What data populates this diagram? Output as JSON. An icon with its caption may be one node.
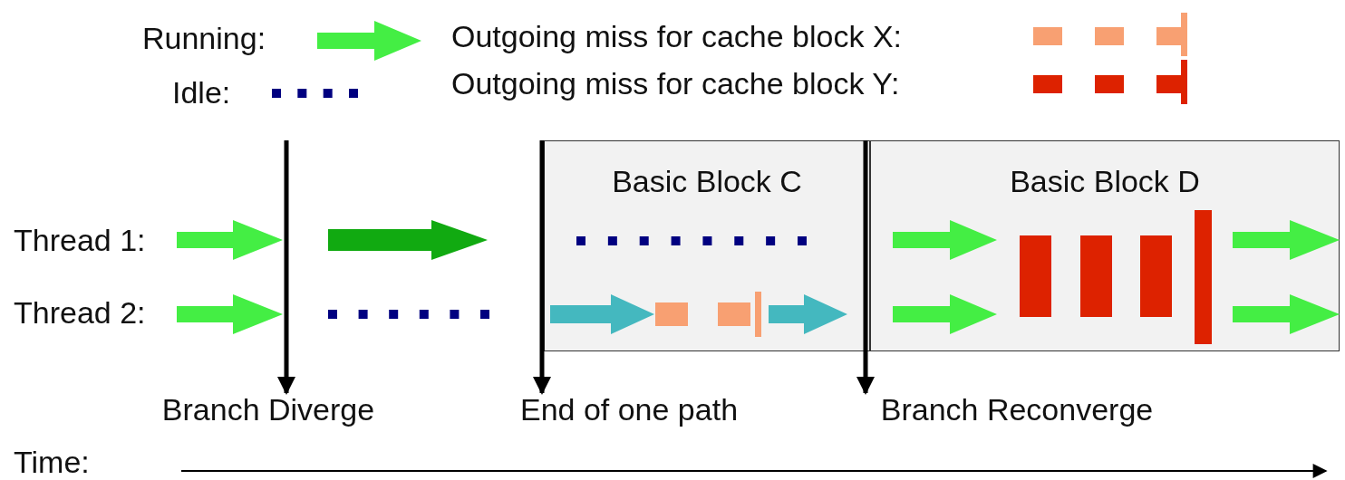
{
  "diagram": {
    "nodes": [
      {
        "text": [
          "Basic Block C"
        ]
      },
      {
        "text": [
          "Basic Block D"
        ]
      },
      {
        "text": [
          "Branch Diverge"
        ]
      },
      {
        "text": [
          "End of one path"
        ]
      },
      {
        "text": [
          "Branch Reconverge"
        ]
      }
    ],
    "edges": [
      {
        "from": null,
        "to": 2,
        "arrow": "to"
      },
      {
        "from": 0,
        "to": 3,
        "arrow": "to"
      },
      {
        "from": 0,
        "to": 4,
        "arrow": "to"
      }
    ],
    "labels": [
      "Thread 1:",
      "Thread 2:",
      "Time:"
    ],
    "legend": [
      {
        "text": "Running:"
      },
      {
        "text": "Idle:"
      },
      {
        "text": "Outgoing miss for cache block X:"
      },
      {
        "text": "Outgoing miss for cache block Y:"
      }
    ]
  }
}
